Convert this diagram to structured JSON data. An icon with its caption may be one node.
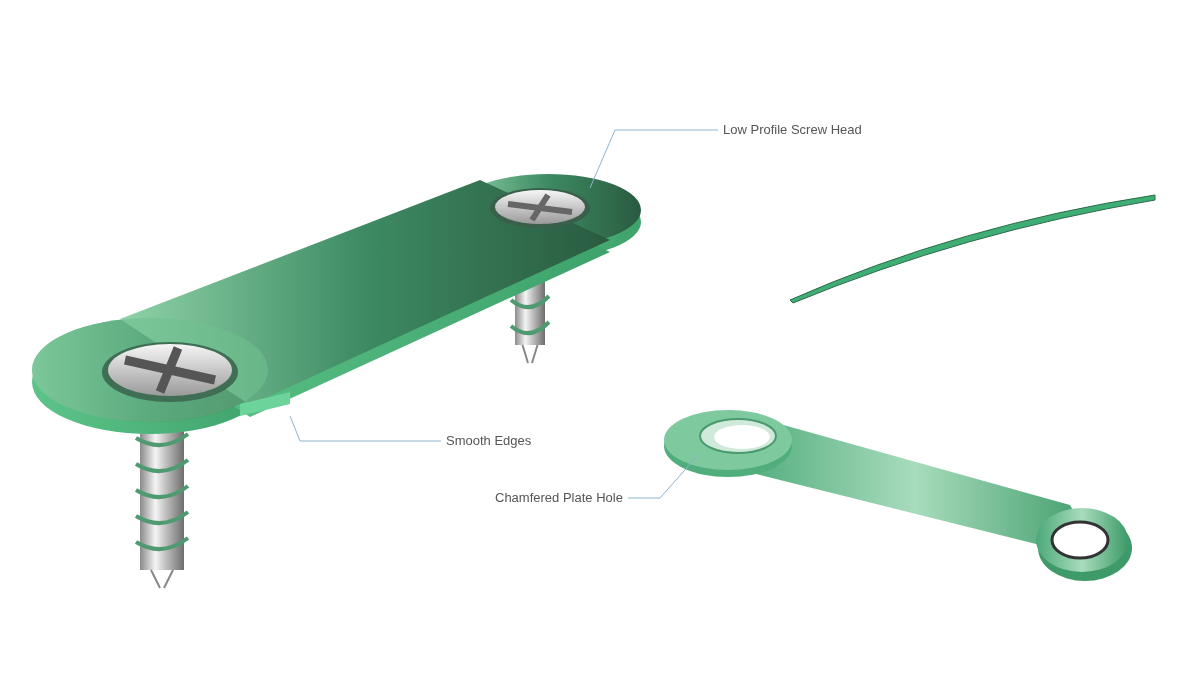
{
  "diagram": {
    "nodes": [
      {
        "text": [
          "Low Profile Screw Head"
        ]
      },
      {
        "text": [],
        "shape": "picture"
      },
      {
        "text": [
          "Smooth Edges"
        ]
      },
      {
        "text": [],
        "shape": "bar"
      },
      {
        "text": [
          "Chamfered Plate Hole"
        ]
      },
      {
        "text": [],
        "shape": "picture"
      }
    ],
    "edges": [
      {
        "from": 0,
        "to": 1,
        "arrow": "none"
      },
      {
        "from": 2,
        "to": 3,
        "arrow": "none"
      },
      {
        "from": 4,
        "to": 5,
        "arrow": "none"
      }
    ]
  }
}
